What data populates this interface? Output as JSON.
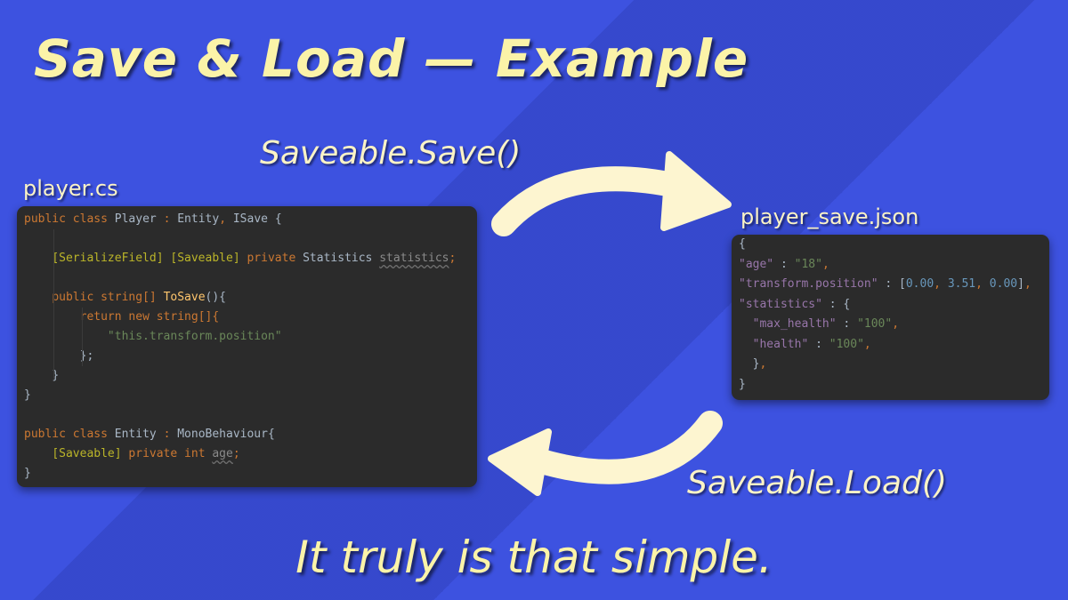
{
  "title": "Save & Load — Example",
  "labels": {
    "left_file": "player.cs",
    "right_file": "player_save.json",
    "save_call": "Saveable.Save()",
    "load_call": "Saveable.Load()"
  },
  "footer": "It truly is that simple.",
  "csharp": {
    "public": "public",
    "class": "class",
    "player_class": "Player",
    "colon": ":",
    "entity": "Entity",
    "comma": ",",
    "isave": "ISave",
    "open_brace": "{",
    "close_brace": "}",
    "serialize_field": "[SerializeField]",
    "saveable_attr": "[Saveable]",
    "private": "private",
    "statistics_type": "Statistics",
    "statistics_field": "statistics",
    "semicolon": ";",
    "string_type": "string[]",
    "to_save": "ToSave",
    "parens_brace": "(){",
    "return": "return",
    "new": "new",
    "string_array": "string[]{",
    "position_str": "\"this.transform.position\"",
    "close_array": "};",
    "entity_class": "Entity",
    "mono": "MonoBehaviour{",
    "int": "int",
    "age_field": "age"
  },
  "json": {
    "open": "{",
    "age_key": "\"age\"",
    "age_val": "\"18\"",
    "transform_key": "\"transform.position\"",
    "pos_x": "0.00",
    "pos_y": "3.51",
    "pos_z": "0.00",
    "stats_key": "\"statistics\"",
    "max_health_key": "\"max_health\"",
    "max_health_val": "\"100\"",
    "health_key": "\"health\"",
    "health_val": "\"100\"",
    "inner_close": "}",
    "close": "}"
  },
  "colors": {
    "background": "#3d52e0",
    "accent_yellow": "#fbf3a8",
    "arrow": "#fdf5d0",
    "editor_bg": "#2b2b2b"
  }
}
